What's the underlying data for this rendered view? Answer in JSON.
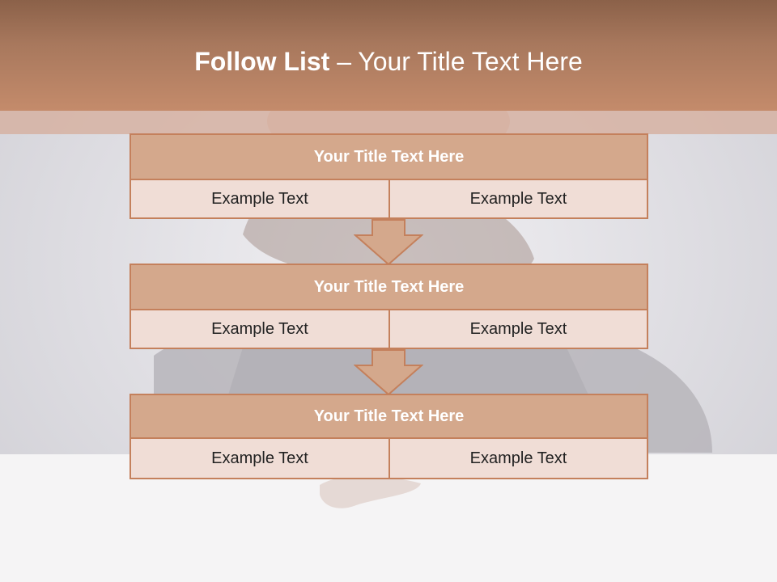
{
  "slide": {
    "title_bold": "Follow List",
    "title_rest": " – Your Title Text Here"
  },
  "list": [
    {
      "title": "Your Title Text Here",
      "left": "Example Text",
      "right": "Example Text"
    },
    {
      "title": "Your Title Text Here",
      "left": "Example Text",
      "right": "Example Text"
    },
    {
      "title": "Your Title Text Here",
      "left": "Example Text",
      "right": "Example Text"
    }
  ],
  "colors": {
    "header": "#c48b6b",
    "box_title_fill": "#d4a88c",
    "box_cell_fill": "#f0ddd6",
    "border": "#c4805c"
  }
}
